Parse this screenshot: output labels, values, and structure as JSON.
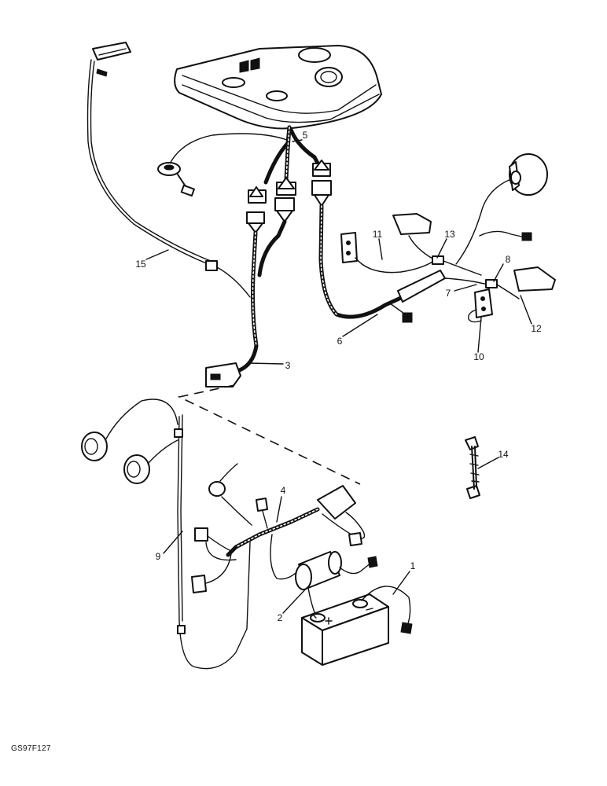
{
  "diagram": {
    "drawing_code": "GS97F127",
    "callouts": [
      {
        "id": "c1",
        "text": "1"
      },
      {
        "id": "c2",
        "text": "2"
      },
      {
        "id": "c3",
        "text": "3"
      },
      {
        "id": "c4",
        "text": "4"
      },
      {
        "id": "c5",
        "text": "5"
      },
      {
        "id": "c6",
        "text": "6"
      },
      {
        "id": "c7",
        "text": "7"
      },
      {
        "id": "c8",
        "text": "8"
      },
      {
        "id": "c9",
        "text": "9"
      },
      {
        "id": "c10",
        "text": "10"
      },
      {
        "id": "c11",
        "text": "11"
      },
      {
        "id": "c12",
        "text": "12"
      },
      {
        "id": "c13",
        "text": "13"
      },
      {
        "id": "c14",
        "text": "14"
      },
      {
        "id": "c15",
        "text": "15"
      }
    ]
  }
}
